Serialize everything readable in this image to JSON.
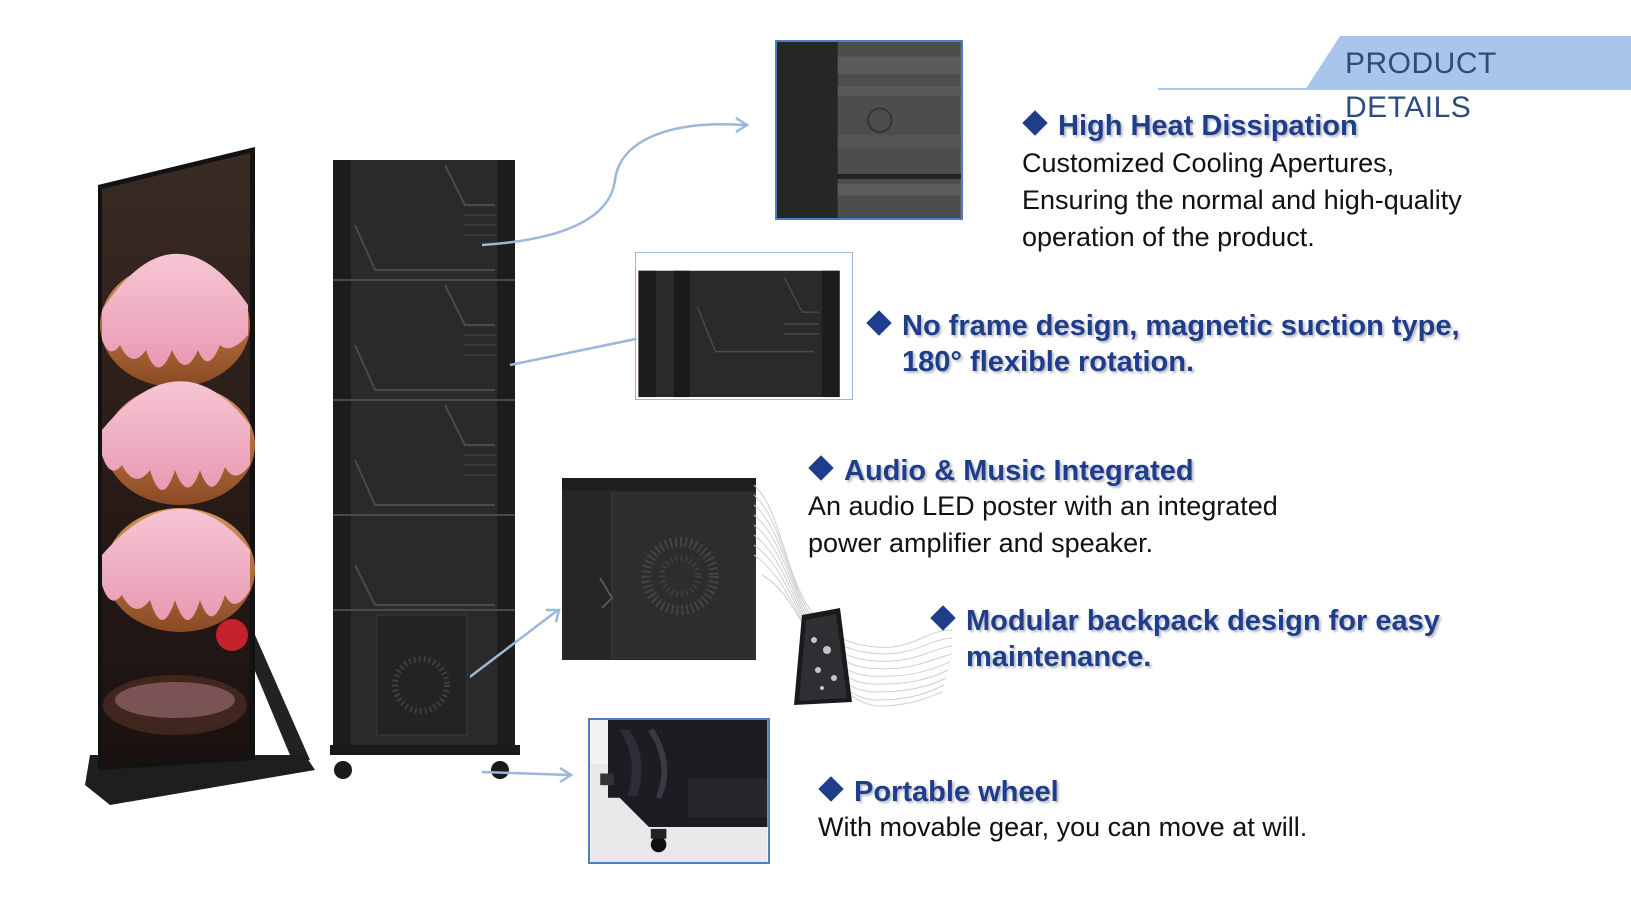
{
  "header": {
    "tab_label": "PRODUCT DETAILS"
  },
  "features": {
    "heat": {
      "title": "High Heat Dissipation",
      "desc_lines": [
        "Customized Cooling Apertures,",
        "Ensuring the normal and high-quality",
        "operation of the product."
      ]
    },
    "frame": {
      "title_lines": [
        "No frame design, magnetic suction type,",
        "180° flexible rotation."
      ]
    },
    "audio": {
      "title": "Audio & Music Integrated",
      "desc_lines": [
        "An audio LED poster with an integrated",
        "power amplifier and speaker."
      ]
    },
    "modular": {
      "title_lines": [
        "Modular backpack design for easy",
        "maintenance."
      ]
    },
    "wheel": {
      "title": "Portable wheel",
      "desc": "With movable gear, you can move at will."
    }
  },
  "colors": {
    "title_blue": "#1f3d8a",
    "tab_blue": "#a9c6ea",
    "border_blue": "#4a7fc4",
    "arrow_blue": "#9cb6dc",
    "cabinet": "#2a2a2a"
  }
}
